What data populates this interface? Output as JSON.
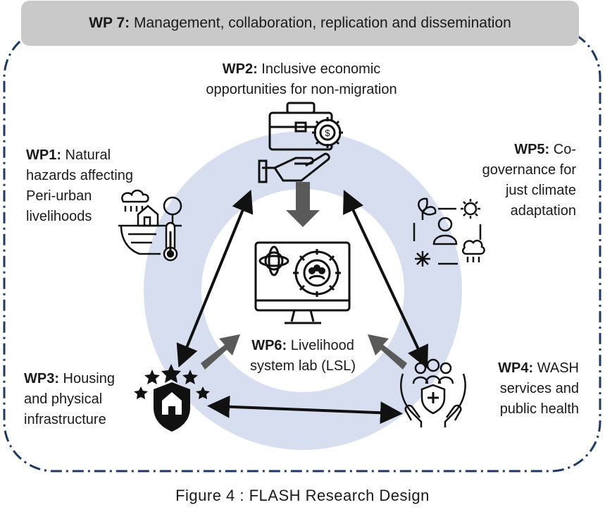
{
  "wp7": {
    "id": "WP 7:",
    "text": " Management, collaboration, replication and dissemination"
  },
  "wp2": {
    "id": "WP2:",
    "line1": " Inclusive economic",
    "line2": "opportunities for non-migration"
  },
  "wp1": {
    "id": "WP1:",
    "line1": " Natural",
    "line2": "hazards affecting",
    "line3": "Peri-urban",
    "line4": "livelihoods"
  },
  "wp5": {
    "id": "WP5:",
    "line1": " Co-",
    "line2": "governance for",
    "line3": "just climate",
    "line4": "adaptation"
  },
  "wp6": {
    "id": "WP6:",
    "line1": " Livelihood",
    "line2": "system lab (LSL)"
  },
  "wp3": {
    "id": "WP3:",
    "line1": " Housing",
    "line2": "and physical",
    "line3": "infrastructure"
  },
  "wp4": {
    "id": "WP4:",
    "line1": " WASH",
    "line2": "services and",
    "line3": "public health"
  },
  "caption": "Figure 4 : FLASH Research Design",
  "colors": {
    "ring": "#d6deef",
    "bar": "#c9c9c9",
    "border": "#1f3864",
    "arrow": "#5a5a5a",
    "ink": "#111111"
  },
  "icons": [
    "briefcase-gear-hand-icon",
    "weather-house-thermometer-icon",
    "climate-cycle-person-icon",
    "computer-monitor-gear-icon",
    "shield-stars-house-icon",
    "hands-family-health-icon"
  ]
}
